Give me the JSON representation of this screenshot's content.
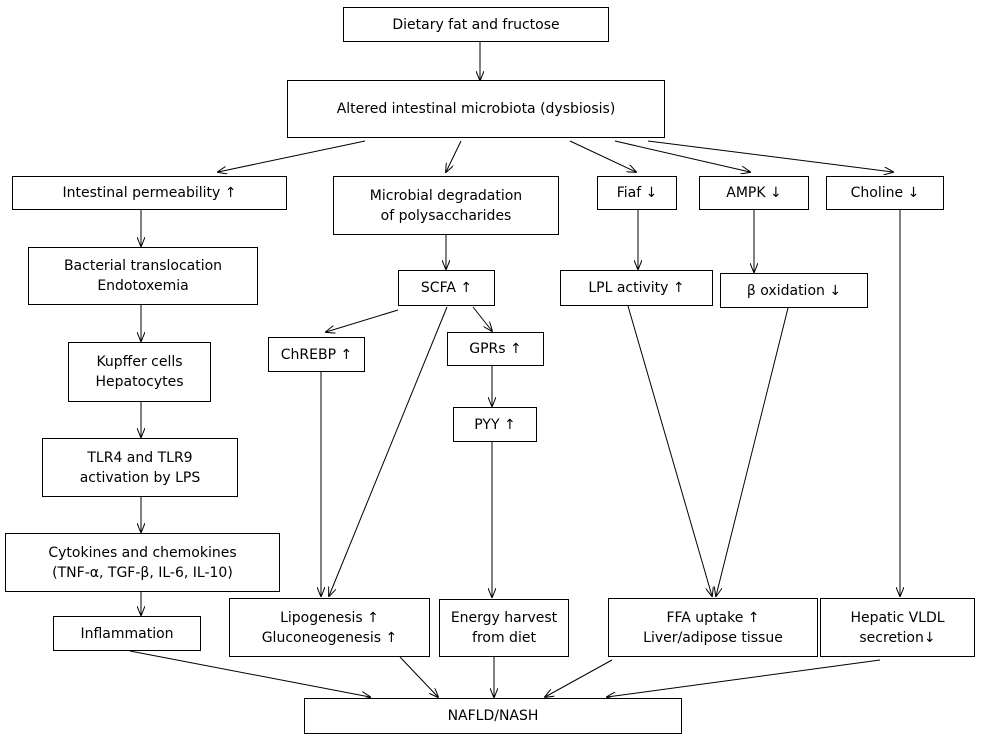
{
  "nodes": {
    "dietary": {
      "lines": [
        "Dietary fat and fructose"
      ]
    },
    "dysbiosis": {
      "lines": [
        "Altered intestinal microbiota (dysbiosis)"
      ]
    },
    "permeability": {
      "lines": [
        "Intestinal permeability ↑"
      ]
    },
    "microbial_degradation": {
      "lines": [
        "Microbial degradation",
        "of polysaccharides"
      ]
    },
    "fiaf": {
      "lines": [
        "Fiaf ↓"
      ]
    },
    "ampk": {
      "lines": [
        "AMPK ↓"
      ]
    },
    "choline": {
      "lines": [
        "Choline ↓"
      ]
    },
    "bacterial": {
      "lines": [
        "Bacterial translocation",
        "Endotoxemia"
      ]
    },
    "scfa": {
      "lines": [
        "SCFA ↑"
      ]
    },
    "lpl": {
      "lines": [
        "LPL activity ↑"
      ]
    },
    "beta_oxidation": {
      "lines": [
        "β oxidation ↓"
      ]
    },
    "kupffer": {
      "lines": [
        "Kupffer cells",
        "Hepatocytes"
      ]
    },
    "chrebp": {
      "lines": [
        "ChREBP ↑"
      ]
    },
    "gprs": {
      "lines": [
        "GPRs ↑"
      ]
    },
    "pyy": {
      "lines": [
        "PYY ↑"
      ]
    },
    "tlr": {
      "lines": [
        "TLR4 and TLR9",
        "activation by LPS"
      ]
    },
    "cytokines": {
      "lines": [
        "Cytokines and chemokines",
        "(TNF-α, TGF-β, IL-6, IL-10)"
      ]
    },
    "inflammation": {
      "lines": [
        "Inflammation"
      ]
    },
    "lipogenesis": {
      "lines": [
        "Lipogenesis ↑",
        "Gluconeogenesis ↑"
      ]
    },
    "energy": {
      "lines": [
        "Energy harvest",
        "from diet"
      ]
    },
    "ffa": {
      "lines": [
        "FFA uptake ↑",
        "Liver/adipose tissue"
      ]
    },
    "vldl": {
      "lines": [
        "Hepatic VLDL",
        "secretion↓"
      ]
    },
    "nafld": {
      "lines": [
        "NAFLD/NASH"
      ]
    }
  },
  "edges": [
    {
      "from": "dietary",
      "to": "dysbiosis"
    },
    {
      "from": "dysbiosis",
      "to": "permeability"
    },
    {
      "from": "dysbiosis",
      "to": "microbial_degradation"
    },
    {
      "from": "dysbiosis",
      "to": "fiaf"
    },
    {
      "from": "dysbiosis",
      "to": "ampk"
    },
    {
      "from": "dysbiosis",
      "to": "choline"
    },
    {
      "from": "permeability",
      "to": "bacterial"
    },
    {
      "from": "bacterial",
      "to": "kupffer"
    },
    {
      "from": "kupffer",
      "to": "tlr"
    },
    {
      "from": "tlr",
      "to": "cytokines"
    },
    {
      "from": "cytokines",
      "to": "inflammation"
    },
    {
      "from": "microbial_degradation",
      "to": "scfa"
    },
    {
      "from": "scfa",
      "to": "chrebp"
    },
    {
      "from": "scfa",
      "to": "gprs"
    },
    {
      "from": "scfa",
      "to": "lipogenesis"
    },
    {
      "from": "gprs",
      "to": "pyy"
    },
    {
      "from": "pyy",
      "to": "energy"
    },
    {
      "from": "chrebp",
      "to": "lipogenesis"
    },
    {
      "from": "fiaf",
      "to": "lpl"
    },
    {
      "from": "lpl",
      "to": "ffa"
    },
    {
      "from": "ampk",
      "to": "beta_oxidation"
    },
    {
      "from": "beta_oxidation",
      "to": "ffa"
    },
    {
      "from": "choline",
      "to": "vldl"
    },
    {
      "from": "inflammation",
      "to": "nafld"
    },
    {
      "from": "lipogenesis",
      "to": "nafld"
    },
    {
      "from": "energy",
      "to": "nafld"
    },
    {
      "from": "ffa",
      "to": "nafld"
    },
    {
      "from": "vldl",
      "to": "nafld"
    }
  ]
}
